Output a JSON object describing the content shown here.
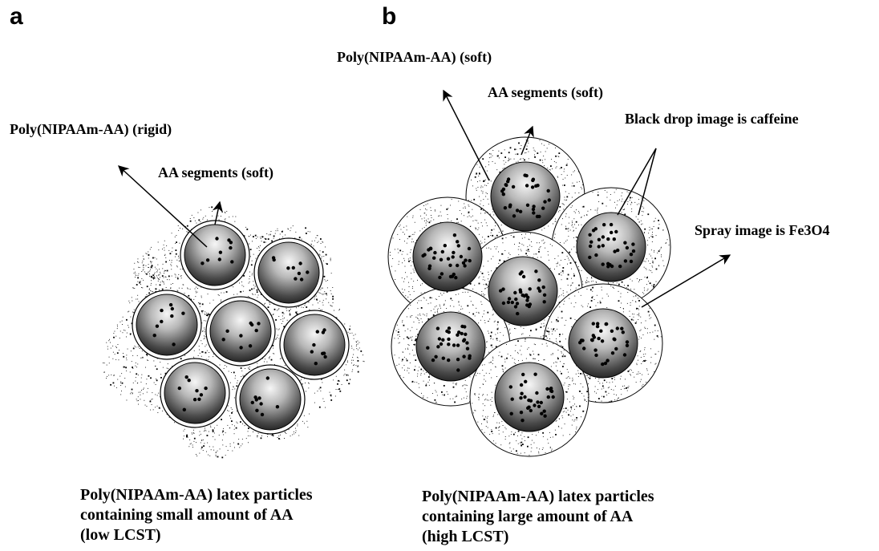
{
  "panels": {
    "a": {
      "letter": "a",
      "label_rigid": "Poly(NIPAAm-AA) (rigid)",
      "label_aa": "AA segments (soft)",
      "caption": [
        "Poly(NIPAAm-AA) latex particles",
        "containing small amount of AA",
        "(low LCST)"
      ]
    },
    "b": {
      "letter": "b",
      "label_soft": "Poly(NIPAAm-AA) (soft)",
      "label_aa": "AA segments (soft)",
      "label_caffeine": "Black drop image is caffeine",
      "label_fe3o4": "Spray image is Fe3O4",
      "caption": [
        "Poly(NIPAAm-AA) latex particles",
        "containing large amount of AA",
        "(high LCST)"
      ]
    }
  },
  "colors": {
    "ink": "#000000",
    "sphere_light": "#f4f4f4",
    "sphere_dark": "#1a1a1a",
    "shell": "#ffffff"
  }
}
